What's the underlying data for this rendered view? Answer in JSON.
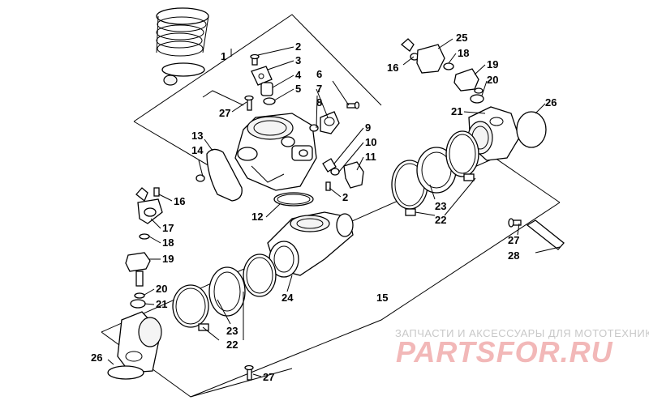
{
  "diagram": {
    "callouts": [
      {
        "id": "c1",
        "text": "1"
      },
      {
        "id": "c2a",
        "text": "2"
      },
      {
        "id": "c3",
        "text": "3"
      },
      {
        "id": "c4",
        "text": "4"
      },
      {
        "id": "c5",
        "text": "5"
      },
      {
        "id": "c27a",
        "text": "27"
      },
      {
        "id": "c6",
        "text": "6"
      },
      {
        "id": "c7",
        "text": "7"
      },
      {
        "id": "c8",
        "text": "8"
      },
      {
        "id": "c13",
        "text": "13"
      },
      {
        "id": "c14",
        "text": "14"
      },
      {
        "id": "c9",
        "text": "9"
      },
      {
        "id": "c10",
        "text": "10"
      },
      {
        "id": "c11",
        "text": "11"
      },
      {
        "id": "c2b",
        "text": "2"
      },
      {
        "id": "c12",
        "text": "12"
      },
      {
        "id": "c16a",
        "text": "16"
      },
      {
        "id": "c17",
        "text": "17"
      },
      {
        "id": "c18a",
        "text": "18"
      },
      {
        "id": "c19a",
        "text": "19"
      },
      {
        "id": "c20a",
        "text": "20"
      },
      {
        "id": "c21a",
        "text": "21"
      },
      {
        "id": "c24",
        "text": "24"
      },
      {
        "id": "c15",
        "text": "15"
      },
      {
        "id": "c23a",
        "text": "23"
      },
      {
        "id": "c22a",
        "text": "22"
      },
      {
        "id": "c26a",
        "text": "26"
      },
      {
        "id": "c27b",
        "text": "27"
      },
      {
        "id": "c25",
        "text": "25"
      },
      {
        "id": "c16b",
        "text": "16"
      },
      {
        "id": "c18b",
        "text": "18"
      },
      {
        "id": "c19b",
        "text": "19"
      },
      {
        "id": "c20b",
        "text": "20"
      },
      {
        "id": "c21b",
        "text": "21"
      },
      {
        "id": "c26b",
        "text": "26"
      },
      {
        "id": "c23b",
        "text": "23"
      },
      {
        "id": "c22b",
        "text": "22"
      },
      {
        "id": "c27c",
        "text": "27"
      },
      {
        "id": "c28",
        "text": "28"
      }
    ]
  },
  "watermark": {
    "caption": "ЗАПЧАСТИ И АКСЕССУАРЫ ДЛЯ МОТОТЕХНИКИ",
    "logo": "PARTSFOR.RU"
  },
  "colors": {
    "line": "#000000",
    "watermark_caption": "#c8c8c8",
    "watermark_logo": "#f2b8b8"
  }
}
